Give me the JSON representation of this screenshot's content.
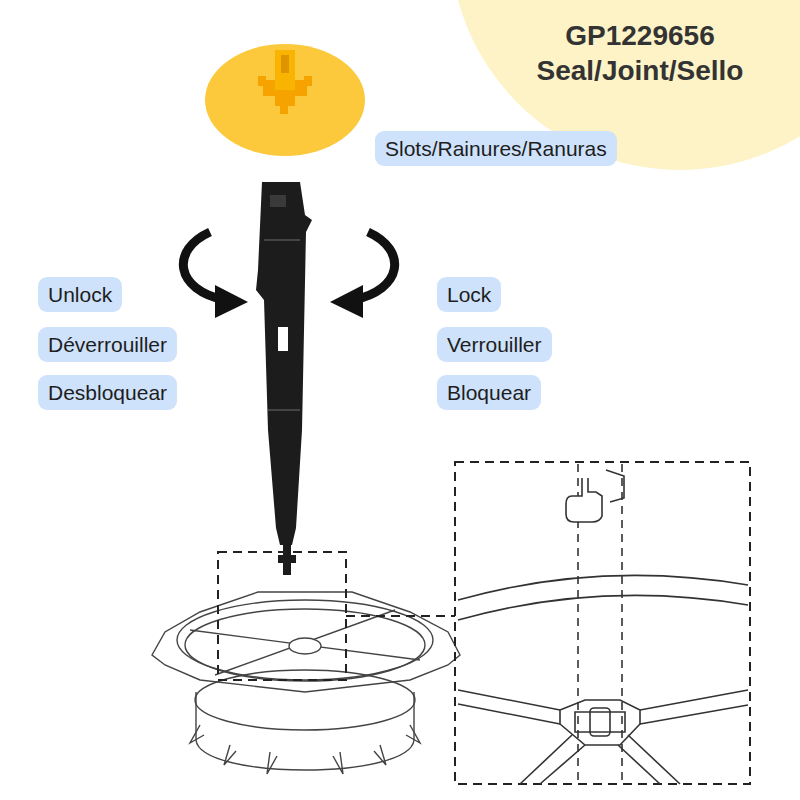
{
  "diagram": {
    "title": "GP1229656 Seal/Joint/Sello",
    "nodes": [
      {
        "text": [
          "Slots/Rainures/Ranuras"
        ]
      },
      {
        "text": [
          "Unlock"
        ]
      },
      {
        "text": [
          "Déverrouiller"
        ]
      },
      {
        "text": [
          "Desbloquear"
        ]
      },
      {
        "text": [
          "Lock"
        ]
      },
      {
        "text": [
          "Verrouiller"
        ]
      },
      {
        "text": [
          "Bloquear"
        ]
      }
    ]
  }
}
